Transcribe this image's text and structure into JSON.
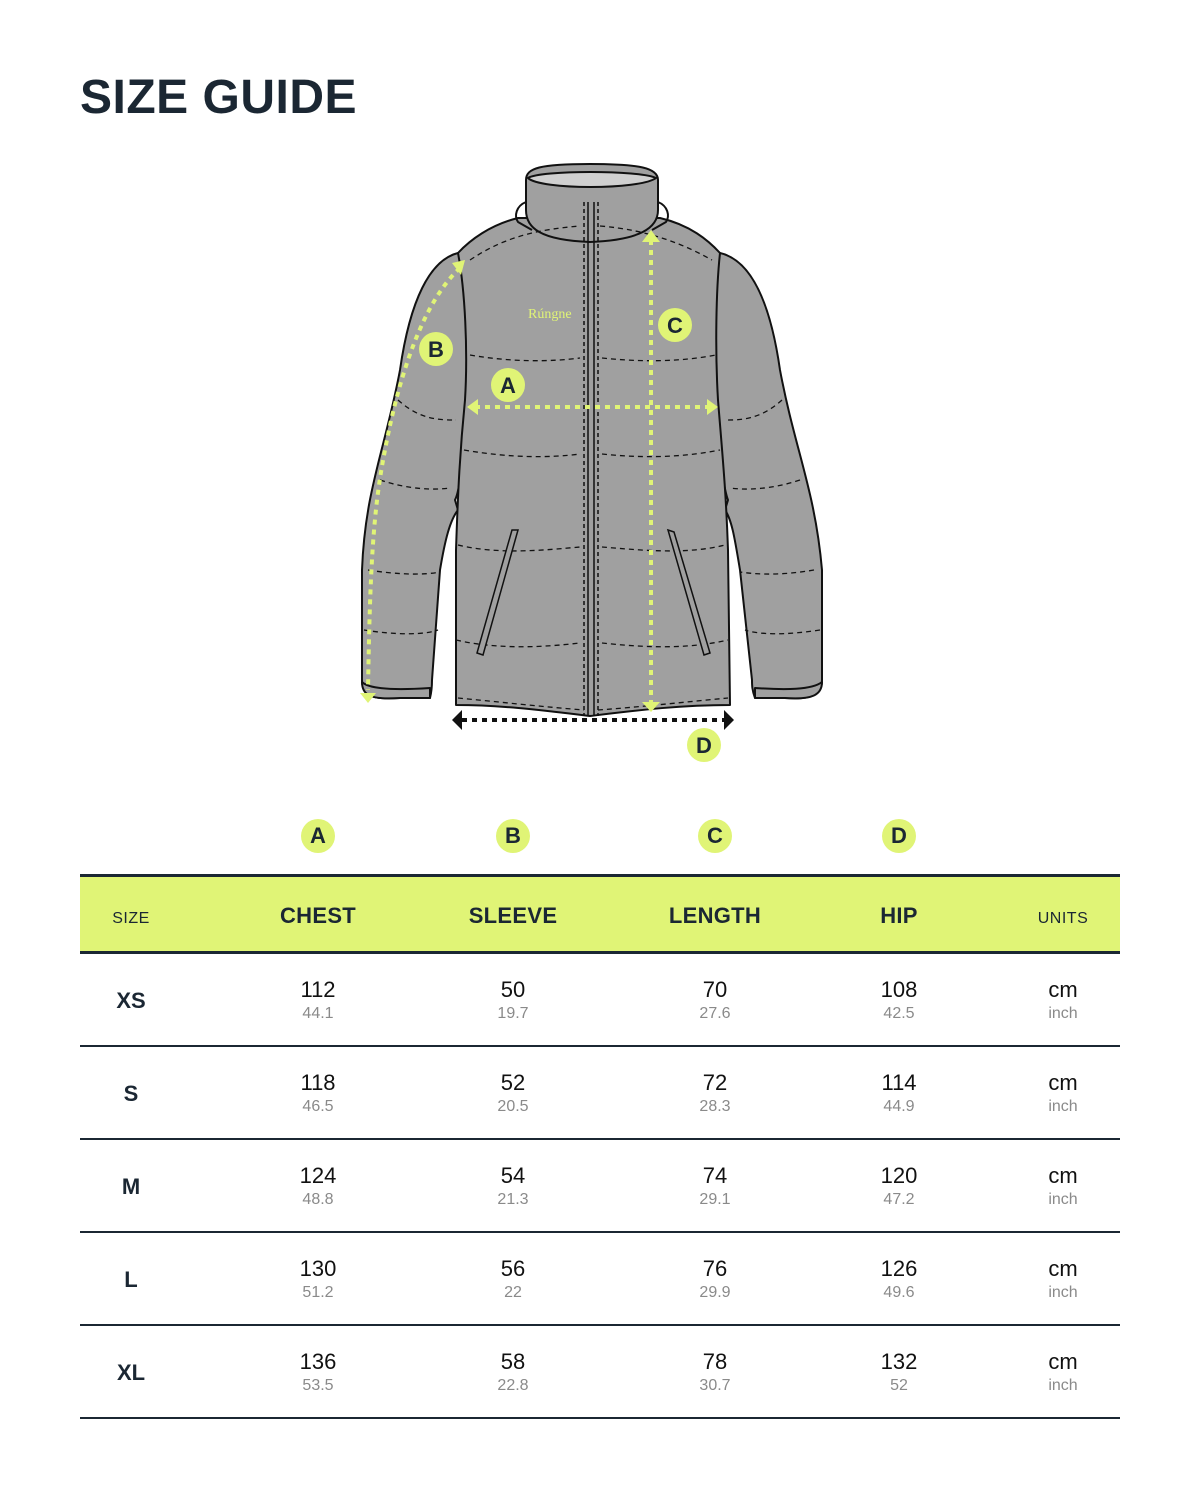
{
  "page": {
    "title": "SIZE GUIDE"
  },
  "illustration": {
    "brand_label": "Rúngne",
    "markers": [
      "A",
      "B",
      "C",
      "D"
    ],
    "accent_color": "#e0f476",
    "jacket_fill": "#a0a0a0",
    "outline_color": "#111111"
  },
  "table": {
    "header_bg": "#e0f476",
    "badges": [
      "A",
      "B",
      "C",
      "D"
    ],
    "columns": {
      "size": "SIZE",
      "chest": "CHEST",
      "sleeve": "SLEEVE",
      "length": "LENGTH",
      "hip": "HIP",
      "units": "UNITS"
    },
    "rows": [
      {
        "size": "XS",
        "chest": {
          "cm": "112",
          "in": "44.1"
        },
        "sleeve": {
          "cm": "50",
          "in": "19.7"
        },
        "length": {
          "cm": "70",
          "in": "27.6"
        },
        "hip": {
          "cm": "108",
          "in": "42.5"
        },
        "units": {
          "cm": "cm",
          "in": "inch"
        }
      },
      {
        "size": "S",
        "chest": {
          "cm": "118",
          "in": "46.5"
        },
        "sleeve": {
          "cm": "52",
          "in": "20.5"
        },
        "length": {
          "cm": "72",
          "in": "28.3"
        },
        "hip": {
          "cm": "114",
          "in": "44.9"
        },
        "units": {
          "cm": "cm",
          "in": "inch"
        }
      },
      {
        "size": "M",
        "chest": {
          "cm": "124",
          "in": "48.8"
        },
        "sleeve": {
          "cm": "54",
          "in": "21.3"
        },
        "length": {
          "cm": "74",
          "in": "29.1"
        },
        "hip": {
          "cm": "120",
          "in": "47.2"
        },
        "units": {
          "cm": "cm",
          "in": "inch"
        }
      },
      {
        "size": "L",
        "chest": {
          "cm": "130",
          "in": "51.2"
        },
        "sleeve": {
          "cm": "56",
          "in": "22"
        },
        "length": {
          "cm": "76",
          "in": "29.9"
        },
        "hip": {
          "cm": "126",
          "in": "49.6"
        },
        "units": {
          "cm": "cm",
          "in": "inch"
        }
      },
      {
        "size": "XL",
        "chest": {
          "cm": "136",
          "in": "53.5"
        },
        "sleeve": {
          "cm": "58",
          "in": "22.8"
        },
        "length": {
          "cm": "78",
          "in": "30.7"
        },
        "hip": {
          "cm": "132",
          "in": "52"
        },
        "units": {
          "cm": "cm",
          "in": "inch"
        }
      }
    ]
  }
}
